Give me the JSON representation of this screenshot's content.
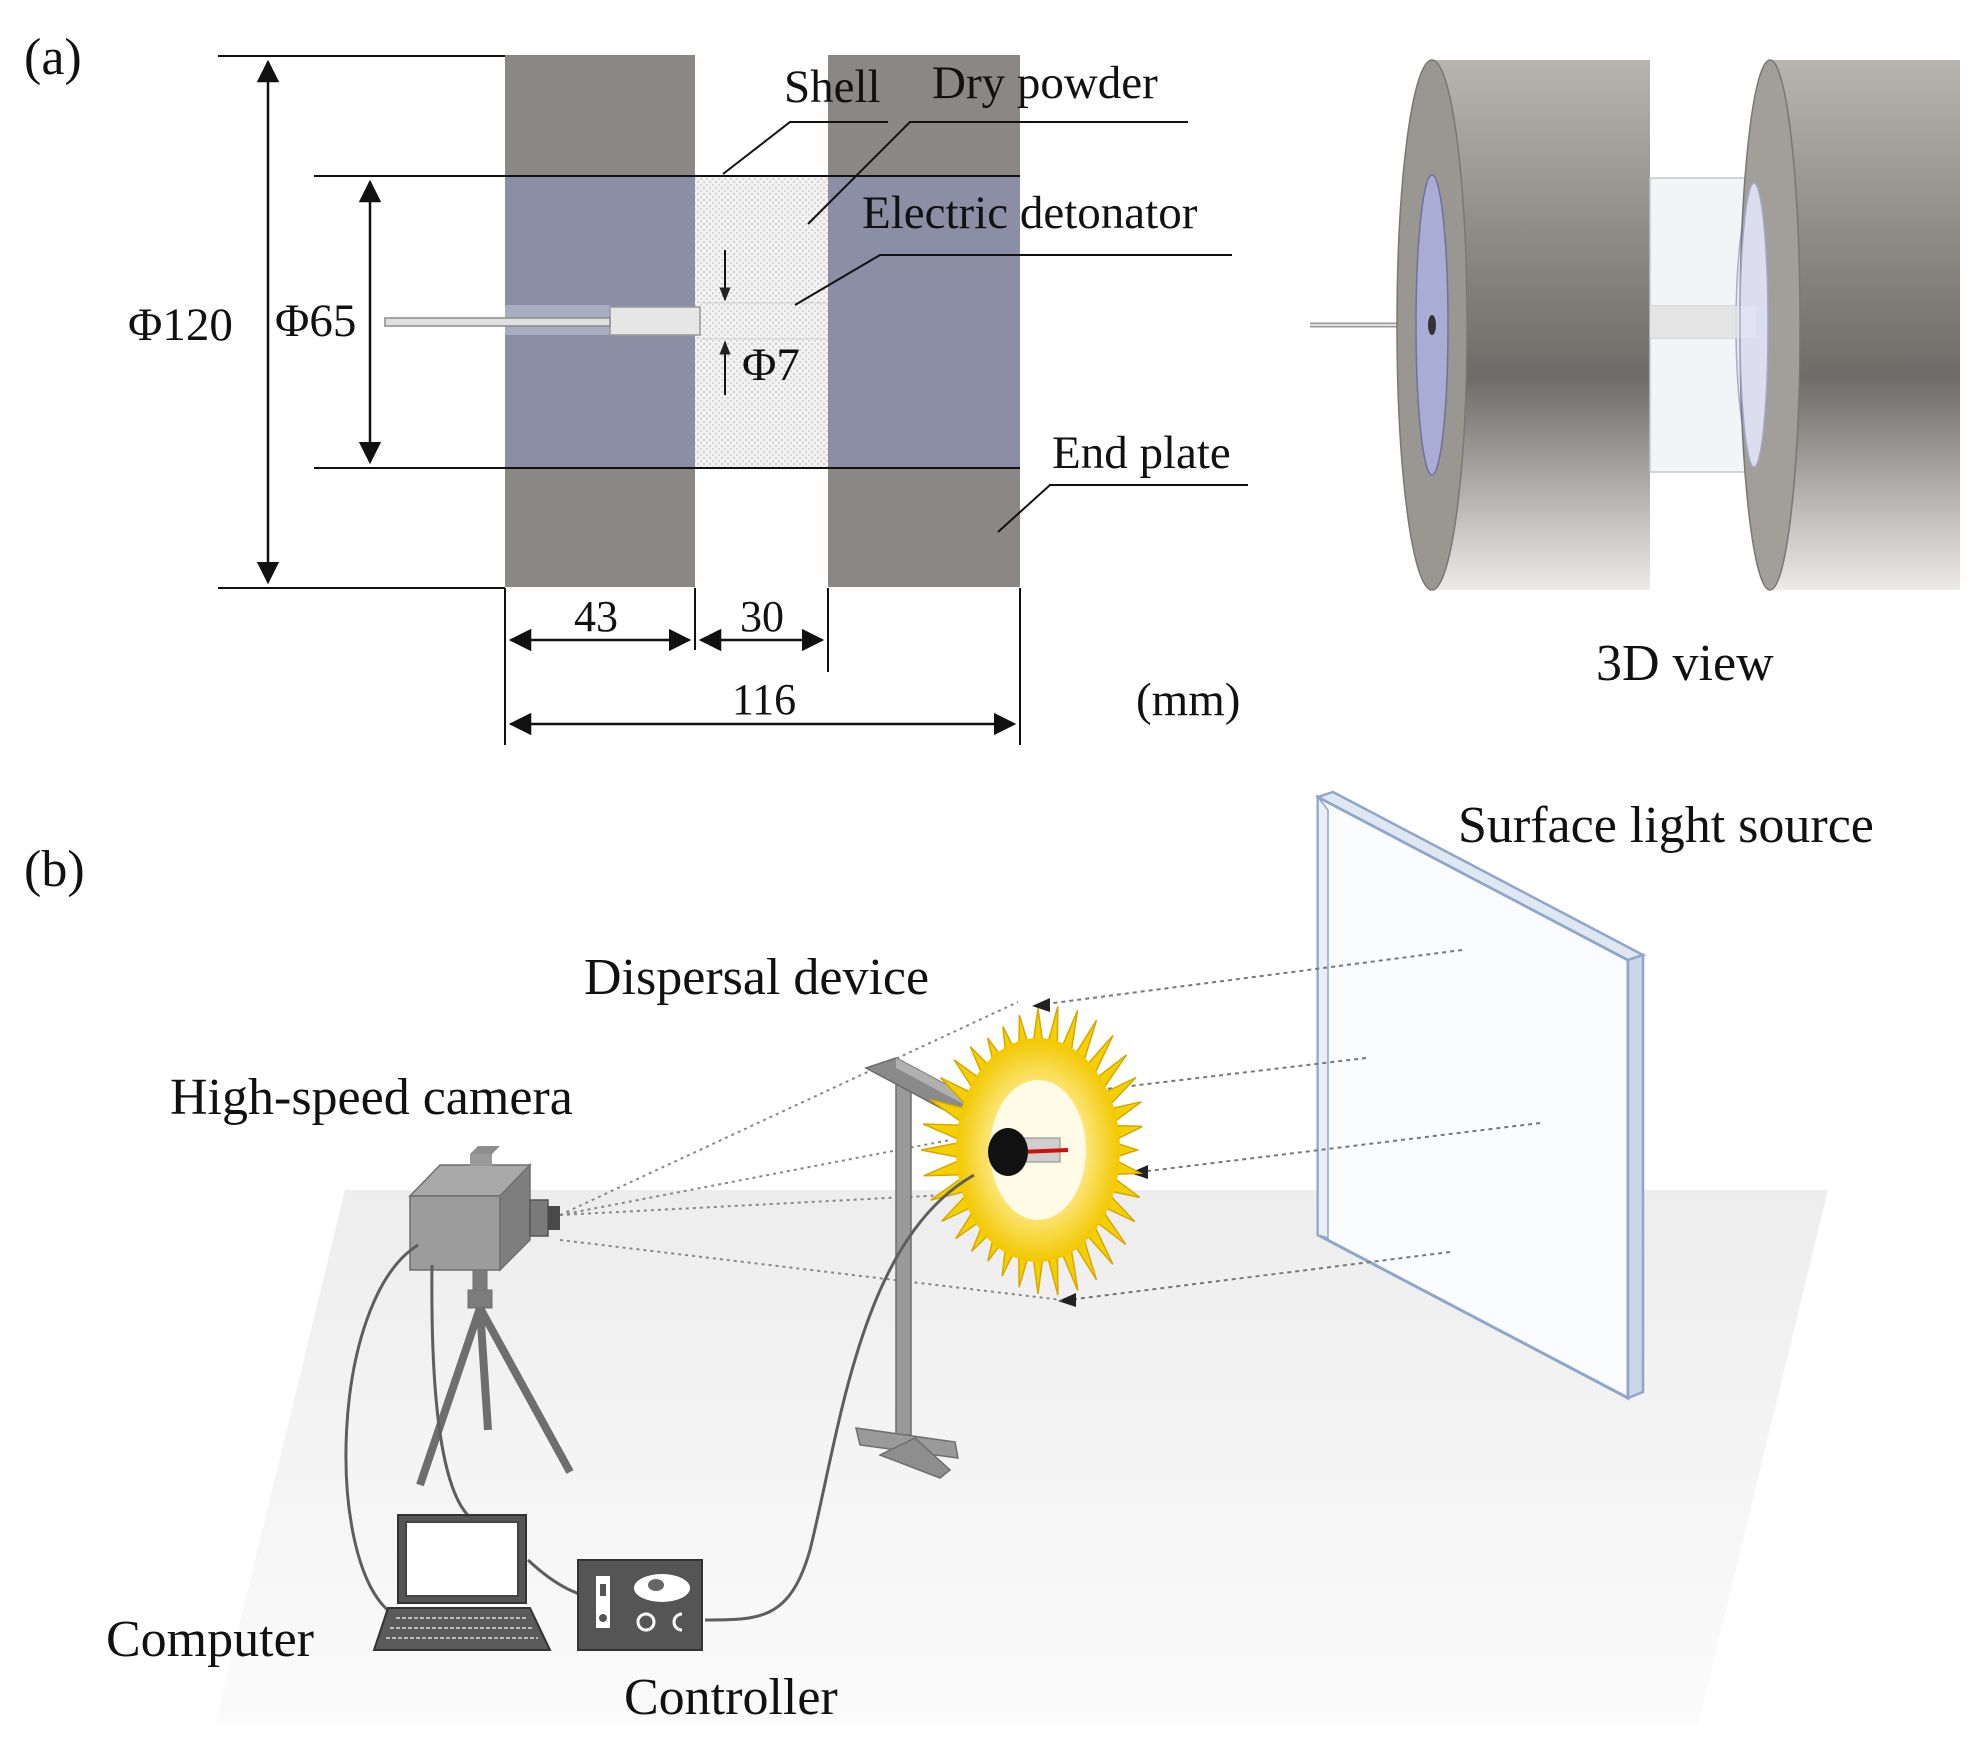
{
  "panel_a": {
    "label": "(a)",
    "dimensions": {
      "outer_diameter": "Φ120",
      "inner_diameter": "Φ65",
      "hole_diameter": "Φ7",
      "left_plate_width": "43",
      "chamber_width": "30",
      "total_width": "116",
      "units": "(mm)"
    },
    "callouts": {
      "shell": "Shell",
      "dry_powder": "Dry powder",
      "electric_detonator": "Electric detonator",
      "end_plate": "End plate"
    },
    "view_3d_label": "3D view"
  },
  "panel_b": {
    "label": "(b)",
    "labels": {
      "surface_light_source": "Surface light source",
      "dispersal_device": "Dispersal device",
      "high_speed_camera": "High-speed camera",
      "computer": "Computer",
      "controller": "Controller"
    }
  },
  "colors": {
    "end_plate_gray": "#8a8784",
    "inner_blue_gray": "#8b8fa6",
    "powder_fill": "#e8e8e8",
    "flash_yellow": "#f5d000",
    "light_panel_edge": "#8fa6c8",
    "equipment_gray": "#5e5e5e"
  }
}
